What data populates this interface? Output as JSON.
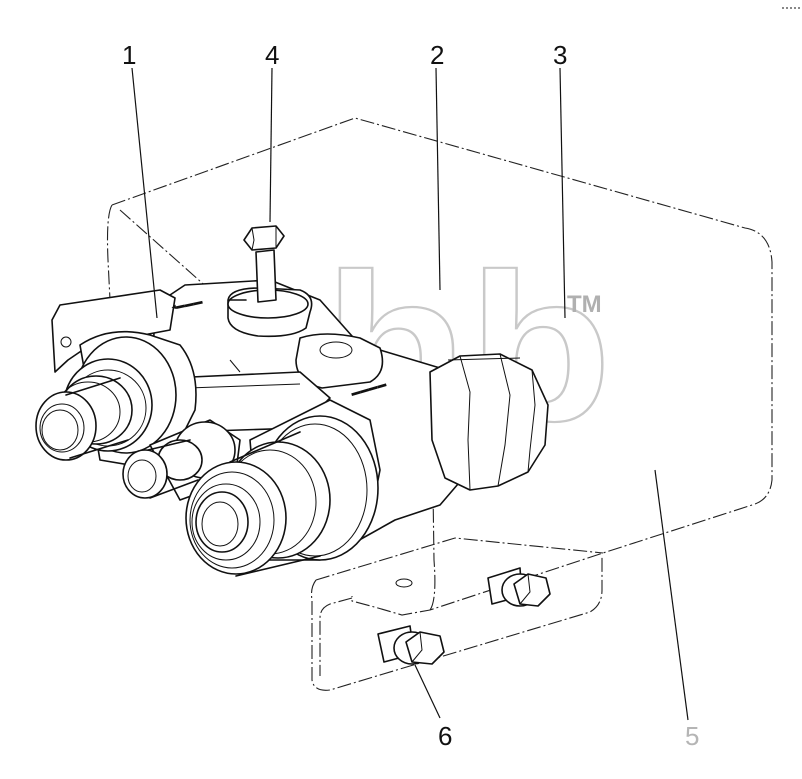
{
  "callouts": {
    "c1": "1",
    "c2": "2",
    "c3": "3",
    "c4": "4",
    "c5": "5",
    "c6": "6"
  },
  "watermark": {
    "text": "ahb",
    "trademark": "TM"
  },
  "colors": {
    "line": "#111111",
    "watermark": "#c9c9c9",
    "faded_label": "#b5b5b5"
  }
}
